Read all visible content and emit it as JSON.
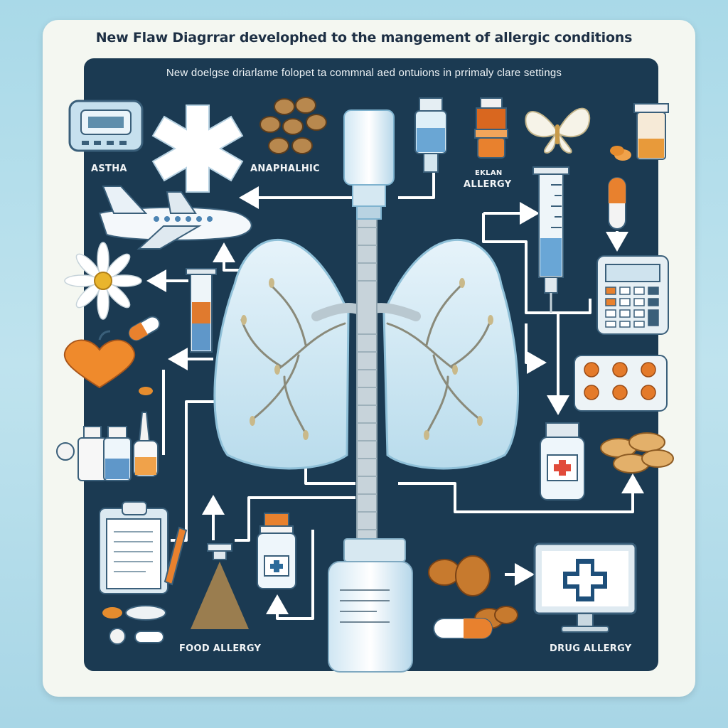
{
  "diagram": {
    "title": "New Flaw Diagrrar develophed to the mangement of allergic conditions",
    "subtitle": "New doelgse driarlame folopet ta commnal aed ontuions in prrimaly clare settings",
    "labels": {
      "asthma": "ASTHA",
      "anaphylaxis": "ANAPHALHIC",
      "eklan": "EKLAN",
      "allergy": "ALLERGY",
      "food_allergy": "FOOD ALLERGY",
      "drug_allergy": "DRUG ALLERGY"
    },
    "colors": {
      "background": "#a9d9e8",
      "card": "#f4f7f1",
      "panel": "#1b3a52",
      "accent_orange": "#e8812e",
      "accent_blue": "#3d8fc6",
      "lung": "#cde6f2"
    },
    "icons": [
      "inhaler-device-icon",
      "medical-star-icon",
      "seeds-icon",
      "inhaler-canister-icon",
      "vial-icon",
      "pill-bottle-icon",
      "butterfly-icon",
      "jar-icon",
      "airplane-icon",
      "daisy-icon",
      "syringe-icon",
      "capsule-icon",
      "heart-fruit-icon",
      "calculator-icon",
      "blister-pack-icon",
      "medicine-bottle-icon",
      "nuts-icon",
      "clipboard-icon",
      "spray-icon",
      "medicine-jar-icon",
      "computer-monitor-icon",
      "lungs-icon"
    ]
  }
}
